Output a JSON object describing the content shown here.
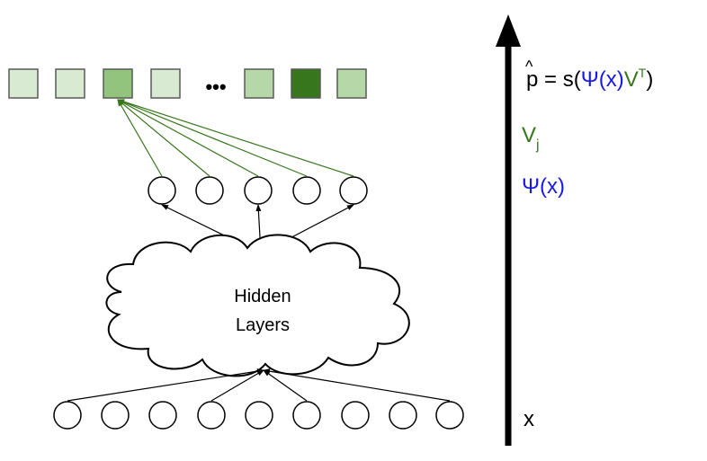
{
  "output_layer": {
    "ellipsis": "•••",
    "squares": [
      {
        "fill": "#d9ead3"
      },
      {
        "fill": "#d9ead3"
      },
      {
        "fill": "#93c47d"
      },
      {
        "fill": "#d9ead3"
      },
      {
        "fill": "#b6d7a8"
      },
      {
        "fill": "#38761d"
      },
      {
        "fill": "#b6d7a8"
      }
    ]
  },
  "embedding_layer": {
    "node_count": 5
  },
  "cloud": {
    "line1": "Hidden",
    "line2": "Layers"
  },
  "input_layer": {
    "node_count": 9
  },
  "axis": {
    "formula": {
      "phat": "p",
      "hat": "^",
      "eq": " = s(",
      "psi": "Ψ(x)",
      "v": "V",
      "sup": "T",
      "close": ")"
    },
    "vj": {
      "main": "V",
      "sub": "j"
    },
    "psi_label": "Ψ(x)",
    "x_label": "x"
  },
  "colors": {
    "green_text": "#38761d",
    "blue_text": "#1a1ae6",
    "edge_green": "#38761d",
    "stroke": "#000000",
    "square_border": "#595959"
  }
}
